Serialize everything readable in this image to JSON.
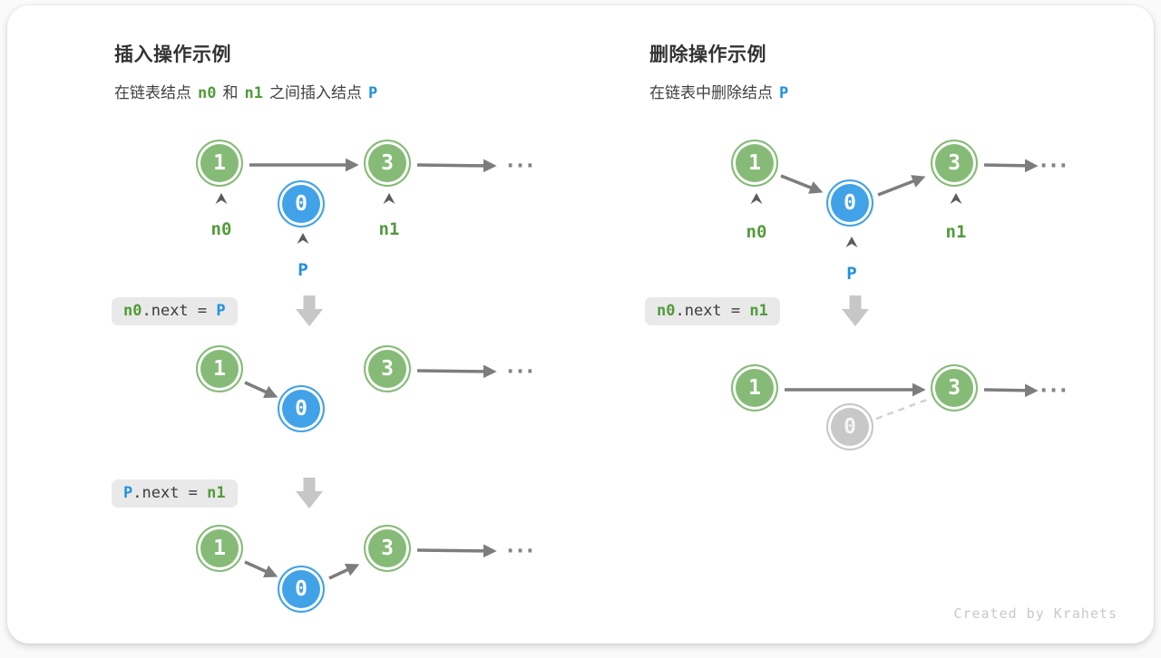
{
  "left": {
    "title": "插入操作示例",
    "subtitle": {
      "t1": "在链表结点",
      "n0": "n0",
      "t2": "和",
      "n1": "n1",
      "t3": "之间插入结点",
      "p": "P"
    },
    "code1": {
      "a": "n0",
      "b": ".next = ",
      "c": "P"
    },
    "code2": {
      "a": "P",
      "b": ".next = ",
      "c": "n1"
    }
  },
  "right": {
    "title": "删除操作示例",
    "subtitle": {
      "t1": "在链表中删除结点",
      "p": "P"
    },
    "code1": {
      "a": "n0",
      "b": ".next = ",
      "c": "n1"
    }
  },
  "nodes": {
    "one": "1",
    "three": "3",
    "zero": "0"
  },
  "labels": {
    "n0": "n0",
    "n1": "n1",
    "p": "P"
  },
  "ellipsis": "...",
  "colors": {
    "node_green": "#85bb76",
    "node_blue": "#41a2e8",
    "node_gray": "#c8c8c8",
    "text_green": "#529b3a",
    "text_blue": "#2090e0",
    "arrow_gray": "#7d7d7d",
    "code_bg": "#e9e9e9"
  },
  "footer": "Created by Krahets"
}
